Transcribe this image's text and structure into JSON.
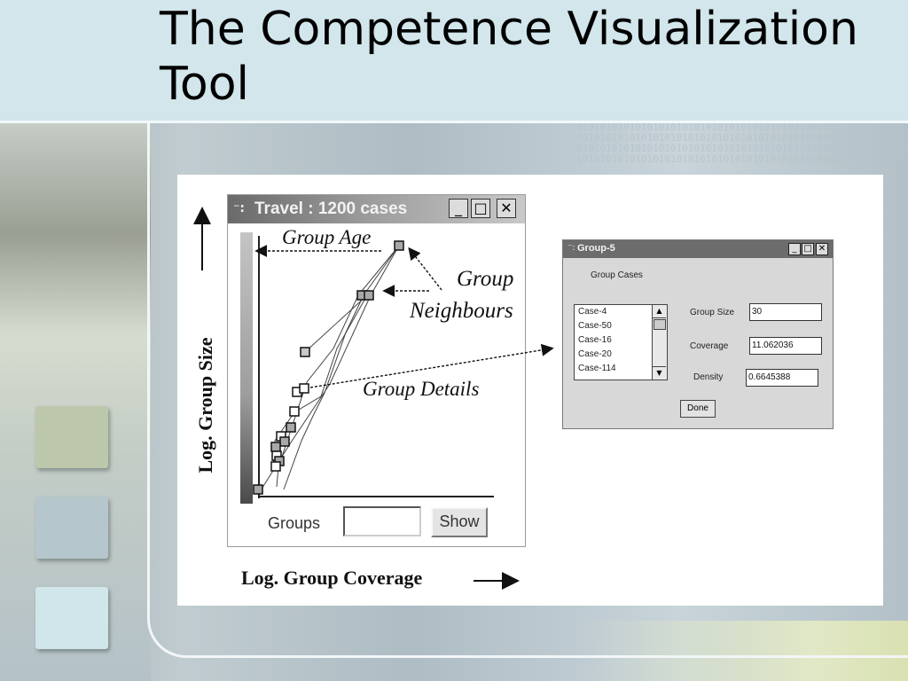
{
  "slide": {
    "title": "The Competence Visualization Tool"
  },
  "figure": {
    "main_window": {
      "title": "Travel : 1200 cases",
      "minimize_glyph": "_",
      "maximize_glyph": "□",
      "close_glyph": "✕",
      "groups_label": "Groups",
      "groups_input_value": "",
      "show_button_label": "Show"
    },
    "annotations": {
      "group_age": "Group Age",
      "group": "Group",
      "neighbours": "Neighbours",
      "group_details": "Group Details"
    },
    "axes": {
      "y_title": "Log. Group Size",
      "x_title": "Log. Group Coverage"
    },
    "dialog": {
      "title": "Group-5",
      "group_cases_label": "Group Cases",
      "cases": [
        "Case-4",
        "Case-50",
        "Case-16",
        "Case-20",
        "Case-114"
      ],
      "group_size_label": "Group Size",
      "group_size_value": "30",
      "coverage_label": "Coverage",
      "coverage_value": "11.062036",
      "density_label": "Density",
      "density_value": "0.6645388",
      "done_button_label": "Done"
    }
  },
  "colors": {
    "title_band": "#d2e6ec",
    "deco_green": "#bdc7ac",
    "deco_blue": "#b5c7cc",
    "deco_light": "#d0e6eb"
  }
}
